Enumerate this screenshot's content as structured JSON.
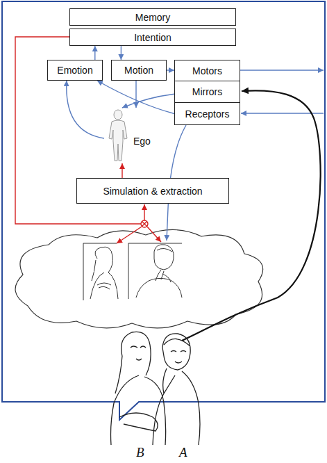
{
  "diagram": {
    "nodes": [
      {
        "text": [
          "Memory"
        ]
      },
      {
        "text": [
          "Intention"
        ]
      },
      {
        "text": [
          "Emotion"
        ]
      },
      {
        "text": [
          "Motion"
        ]
      },
      {
        "text": [
          "Motors"
        ]
      },
      {
        "text": [
          "Mirrors"
        ]
      },
      {
        "text": [
          "Receptors"
        ]
      },
      {
        "text": [
          "Ego"
        ]
      },
      {
        "text": [
          "Simulation & extraction"
        ]
      }
    ],
    "edges": [
      {
        "from": 2,
        "to": 1,
        "arrow": "to"
      },
      {
        "from": 1,
        "to": 3,
        "arrow": "to"
      },
      {
        "from": 3,
        "to": 4,
        "arrow": "to"
      },
      {
        "from": 3,
        "to": 7,
        "arrow": "to"
      },
      {
        "from": 6,
        "to": 2,
        "arrow": "to"
      },
      {
        "from": 5,
        "to": 7,
        "arrow": "to"
      },
      {
        "from": 7,
        "to": 2,
        "arrow": "to"
      },
      {
        "from": 8,
        "to": 7,
        "arrow": "to"
      }
    ],
    "labels": [
      "B",
      "A"
    ]
  }
}
